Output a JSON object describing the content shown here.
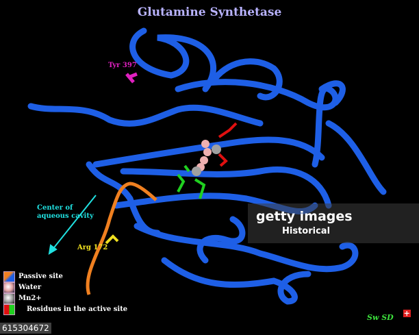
{
  "title": "Glutamine Synthetase",
  "labels": {
    "tyr": "Tyr 397",
    "arg": "Arg 172",
    "cavity": "Center of\naqueous cavity"
  },
  "legend": [
    {
      "label": "Passive site",
      "icon": "orange-ribbon-icon"
    },
    {
      "label": "Water",
      "icon": "pink-sphere-icon"
    },
    {
      "label": "Mn2+",
      "icon": "grey-sphere-icon"
    },
    {
      "label": "Residues in the active site",
      "icon": "red-green-sticks-icon"
    }
  ],
  "watermark": {
    "line1": "getty images",
    "line2": "Historical"
  },
  "image_id": "615304672",
  "logo_text": "Sw SD",
  "colors": {
    "ribbon": "#1e5fe6",
    "passive": "#f08020",
    "tyr": "#e020c0",
    "arg": "#f0e020",
    "active_red": "#e01010",
    "active_green": "#20d020",
    "arrow": "#20e0e0",
    "title": "#b9b3ff"
  }
}
